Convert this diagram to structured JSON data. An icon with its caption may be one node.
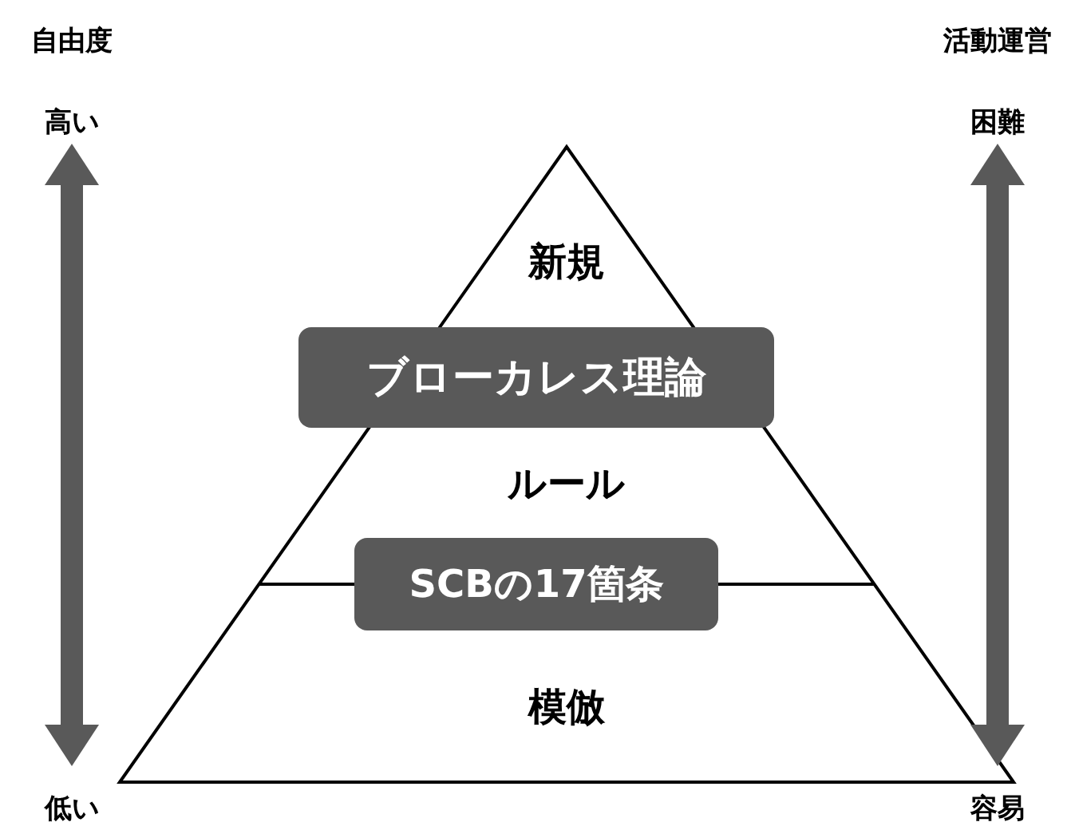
{
  "diagram": {
    "nodes": [
      {
        "text": [
          "高い"
        ]
      },
      {
        "text": [
          "困難"
        ]
      },
      {
        "text": [
          "新規"
        ]
      },
      {
        "text": [
          "ブローカレス理論"
        ]
      },
      {
        "text": [
          "ルール"
        ]
      },
      {
        "text": [
          "SCBの17箇条"
        ]
      },
      {
        "text": [
          "模倣"
        ]
      },
      {
        "text": [
          "低い"
        ]
      },
      {
        "text": [
          "容易"
        ]
      }
    ],
    "edges": [
      {
        "from": 0,
        "to": 7,
        "arrow": "both"
      },
      {
        "from": 1,
        "to": 8,
        "arrow": "both"
      }
    ],
    "labels": [
      "自由度",
      "活動運営"
    ]
  }
}
